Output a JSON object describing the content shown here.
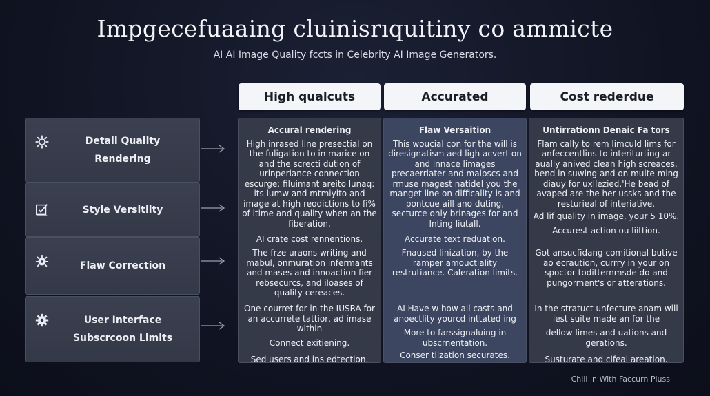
{
  "title": "Impgecefuaaing cluinisrıquitiny co ammicte",
  "subtitle": "AI AI Image Quality fccts in Celebrity AI Image Generators.",
  "columns": [
    "High qualcuts",
    "Accurated",
    "Cost rederdue"
  ],
  "rows": [
    {
      "label": "Detail Quality Rendering",
      "icon": "gear-outline-icon"
    },
    {
      "label": "Style Versitlity",
      "icon": "image-check-icon"
    },
    {
      "label": "Flaw Correction",
      "icon": "bug-gear-icon"
    },
    {
      "label": "User Interface Subscrcoon Limits",
      "icon": "gear-icon"
    }
  ],
  "cells": {
    "c0": {
      "heading": "Accural rendering",
      "body": "High inrased line presectial on the fuligation to in marice on and the screcti dution of urinperiance connection escurge; filuimant areito lunaq: its lumw and mtmiyito and image at high reodictions to fi% of itime and quality when an the fiberation.",
      "note": "AI crate cost rennentions.",
      "r2": "The frze uraons writing and mabul, onmuration infermants and mases and innoaction fier rebsecurcs, and iloases of quality cereaces.",
      "r3a": "One courret for in the IUSRA for an accurrete tattior, ad imase within",
      "r3b": "Connect exitiening.",
      "r3c": "Sed users and ins edtection."
    },
    "c1": {
      "heading": "Flaw Versaition",
      "body": "This woucial con for the will is diresignatism aed ligh acvert on and innace limages precaerriater and maipscs and rmuse magest natidel you the manget line on difficality is and pontcue aill ano duting, secturce only brinages for and Inting liutall.",
      "note": "Accurate text reduation.",
      "r2": "Fnaused linization, by the ramper amouctiality restrutiance. Caleration limits.",
      "r3a": "AI Have w how all casts and anoectlity yourcd inttated ing",
      "r3b": "More to farssignaluing in ubscrnentation.",
      "r3c": "Conser tiization securates."
    },
    "c2": {
      "heading": "Untirrationn Denaic Fa tors",
      "body": "Flam cally to rem limculd lims for anfeccentlins to interiturting ar aually anived clean high screaces, bend in suwing and on muite ming diauy for uxllezied.'He bead of avaped are the her ussks and the resturieal of interiative.",
      "note": "Ad lif quality in image, your 5 10%.",
      "note2": "Accurest action ou liittion.",
      "r2": "Got ansucfidang comitional butive ao ecraution, currry in your on spoctor toditternmsde do and pungorment's or atterations.",
      "r3a": "In the stratuct unfecture anam will lest suite made an for the",
      "r3b": "dellow limes and uations and gerations.",
      "r3c": "Susturate and cifeal areation."
    }
  },
  "footnote": "Chill in With Faccurn Pluss"
}
